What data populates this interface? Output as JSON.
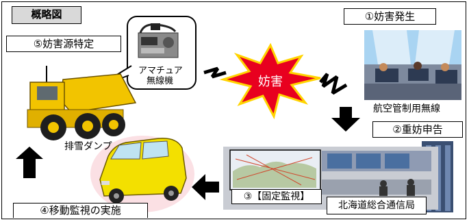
{
  "title": "概略図",
  "steps": {
    "s1": "①妨害発生",
    "s2": "②重妨申告",
    "s3": "③【固定監視】",
    "s4": "④移動監視の実施",
    "s5": "⑤妨害源特定"
  },
  "labels": {
    "radio_caption": "航空管制用無線",
    "amateur_line1": "アマチュア",
    "amateur_line2": "無線機",
    "interference": "妨害",
    "dump_truck": "排雪ダンプ",
    "bureau": "北海道総合通信局"
  },
  "colors": {
    "burst_fill": "#e8001f",
    "burst_stroke": "#ffd400",
    "title_bg": "#d9d9d9",
    "truck_yellow": "#f2c400",
    "van_yellow": "#f3e000"
  }
}
